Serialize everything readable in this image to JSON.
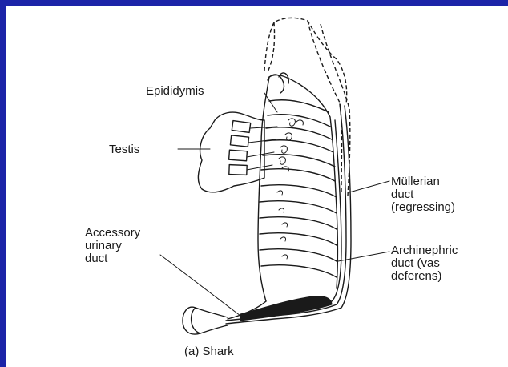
{
  "figure": {
    "caption": "(a) Shark",
    "labels": {
      "epididymis": "Epididymis",
      "testis": "Testis",
      "mullerian_1": "Müllerian",
      "mullerian_2": "duct",
      "mullerian_3": "(regressing)",
      "accessory_1": "Accessory",
      "accessory_2": "urinary",
      "accessory_3": "duct",
      "archinephric_1": "Archinephric",
      "archinephric_2": "duct (vas",
      "archinephric_3": "deferens)"
    }
  },
  "colors": {
    "frame": "#1c24a8",
    "paper": "#ffffff",
    "ink": "#1a1a1a"
  }
}
